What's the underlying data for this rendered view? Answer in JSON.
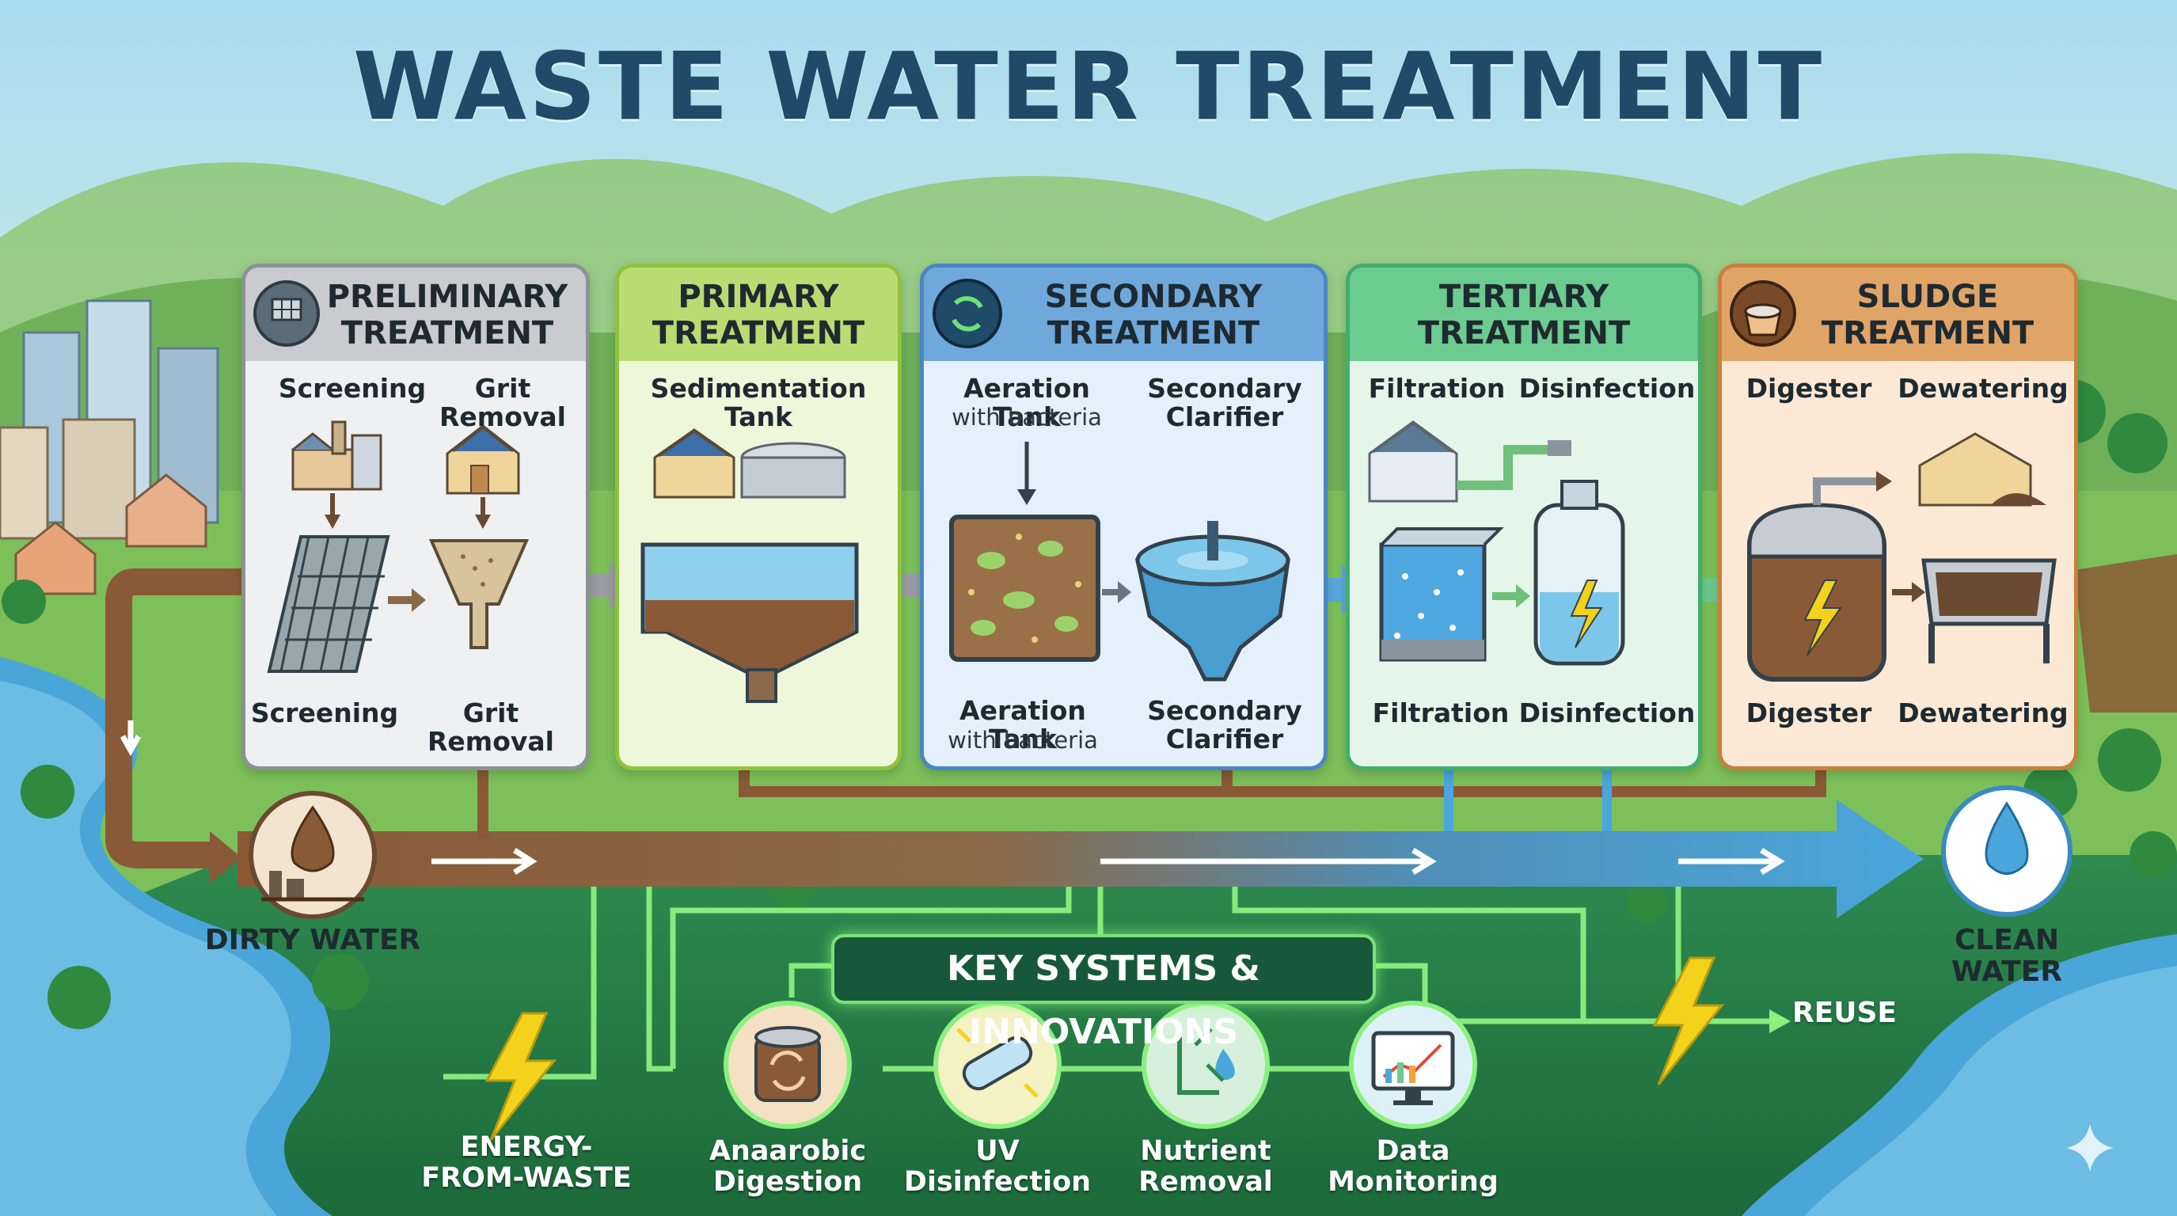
{
  "title": "WASTE WATER TREATMENT",
  "stages": [
    {
      "title": "PRELIMINARY\nTREATMENT",
      "icon": "screening-icon",
      "color_head": "#c9cbcf",
      "color_border": "#8d9196",
      "color_body": "#eef0f2",
      "top_labels": [
        "Screening",
        "Grit\nRemoval"
      ],
      "bottom_labels": [
        "Screening",
        "Grit Removal"
      ]
    },
    {
      "title": "PRIMARY\nTREATMENT",
      "icon": "",
      "color_head": "#b9dc72",
      "color_border": "#8fc23c",
      "color_body": "#eef7da",
      "top_labels": [
        "Sedimentation\nTank"
      ],
      "bottom_labels": []
    },
    {
      "title": "SECONDARY\nTREATMENT",
      "icon": "recycle-icon",
      "color_head": "#6fa9dc",
      "color_border": "#4a86c4",
      "color_body": "#e4f0fb",
      "top_labels": [
        "Aeration Tank",
        "Secondary\nClarifier"
      ],
      "top_sub": "with bacteria",
      "bottom_labels": [
        "Aeration Tank",
        "Secondary\nClarifier"
      ],
      "bottom_sub": "with bacteria"
    },
    {
      "title": "TERTIARY\nTREATMENT",
      "icon": "",
      "color_head": "#6ccb8f",
      "color_border": "#44ad6c",
      "color_body": "#e4f6ea",
      "top_labels": [
        "Filtration",
        "Disinfection"
      ],
      "bottom_labels": [
        "Filtration",
        "Disinfection"
      ]
    },
    {
      "title": "SLUDGE\nTREATMENT",
      "icon": "digester-icon",
      "color_head": "#e0a467",
      "color_border": "#c8803c",
      "color_body": "#fbe9d6",
      "top_labels": [
        "Digester",
        "Dewatering"
      ],
      "bottom_labels": [
        "Digester",
        "Dewatering"
      ]
    }
  ],
  "flow": {
    "dirty_water": "DIRTY WATER",
    "clean_water": "CLEAN WATER",
    "reuse": "REUSE",
    "energy": "ENERGY-\nFROM-WASTE"
  },
  "key_systems": {
    "banner": "KEY SYSTEMS & INNOVATIONS",
    "items": [
      {
        "label": "Anaarobic\nDigestion",
        "icon": "anaerobic-digester-icon"
      },
      {
        "label": "UV\nDisinfection",
        "icon": "uv-lamp-icon"
      },
      {
        "label": "Nutrient\nRemoval",
        "icon": "nutrient-removal-icon"
      },
      {
        "label": "Data\nMonitoring",
        "icon": "monitor-chart-icon"
      }
    ]
  },
  "colors": {
    "title": "#1f4a68",
    "dirty_flow": "#8a5a36",
    "clean_flow": "#4aa6dc",
    "glow": "#7ee07a",
    "energy": "#f2d21b"
  }
}
